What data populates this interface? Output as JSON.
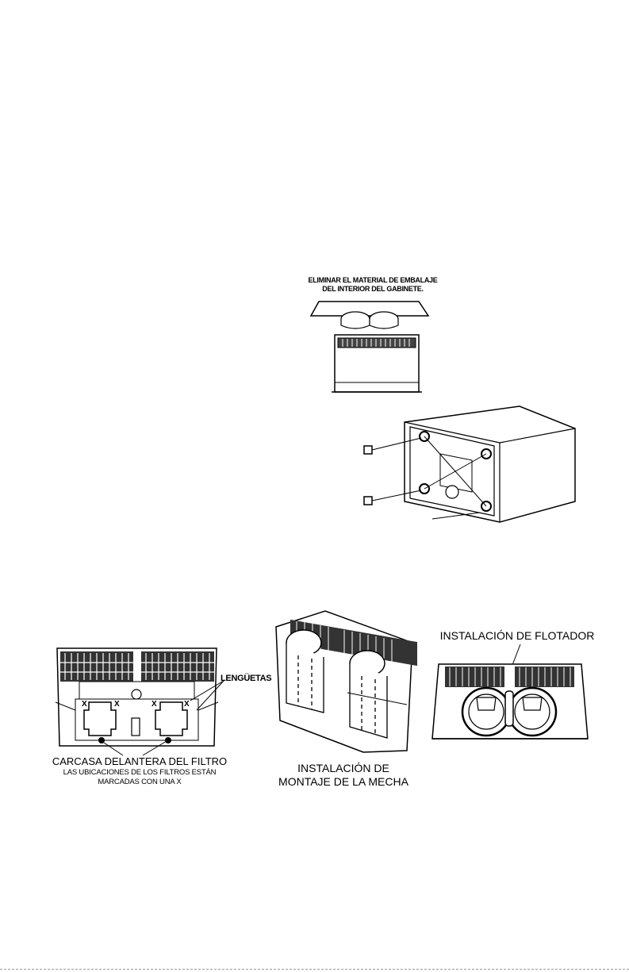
{
  "captions": {
    "remove_packing_line1": "ELIMINAR EL MATERIAL DE EMBALAJE",
    "remove_packing_line2": "DEL INTERIOR DEL GABINETE.",
    "tabs": "LENGÜETAS",
    "filter_housing_title": "CARCASA DELANTERA DEL FILTRO",
    "filter_locations_line1": "LAS UBICACIONES DE LOS FILTROS ESTÁN",
    "filter_locations_line2": "MARCADAS CON UNA X",
    "wick_install_line1": "INSTALACIÓN DE",
    "wick_install_line2": "MONTAJE DE LA MECHA",
    "float_install": "INSTALACIÓN DE FLOTADOR"
  },
  "marks": {
    "x": "X"
  }
}
